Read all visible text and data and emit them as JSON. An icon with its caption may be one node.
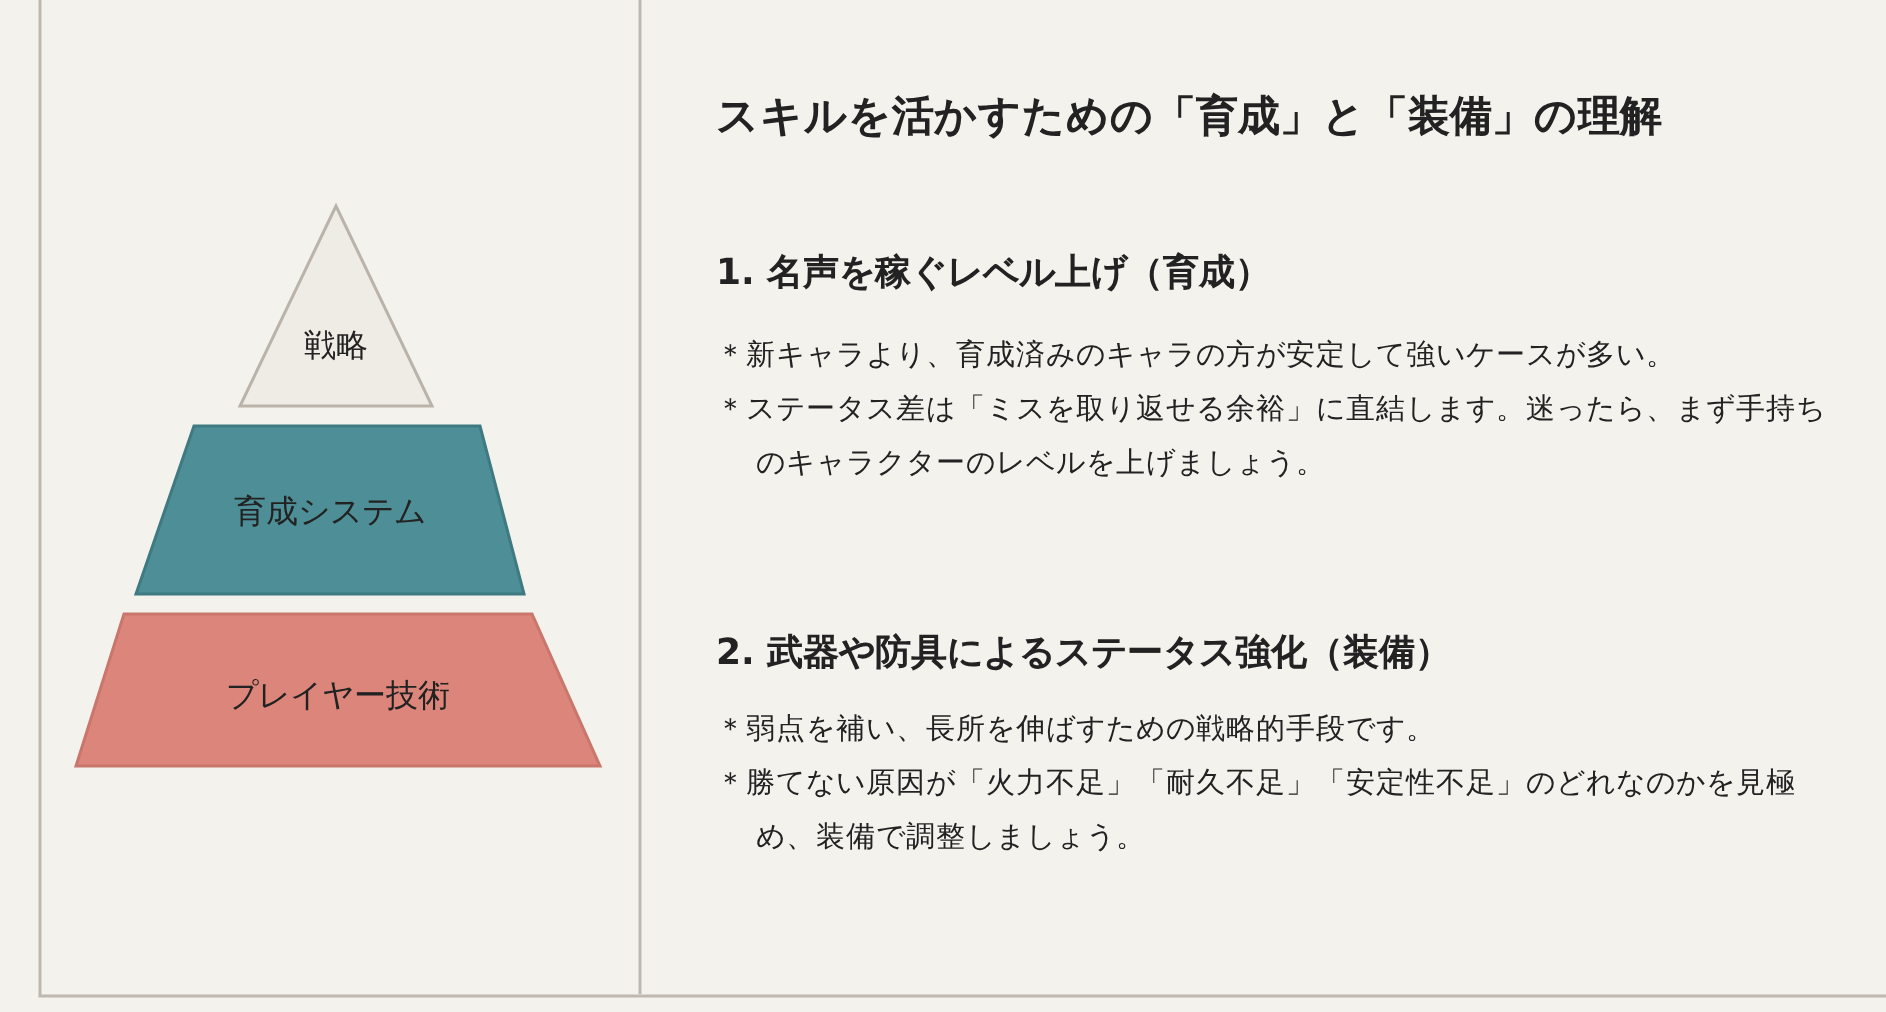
{
  "diagram": {
    "title": "スキルを活かすための「育成」と「装備」の理解",
    "nodes": [
      {
        "text": [
          "戦略"
        ]
      },
      {
        "text": [
          "育成システム"
        ]
      },
      {
        "text": [
          "プレイヤー技術"
        ]
      }
    ],
    "labels": [
      "1. 名声を稼ぐレベル上げ（育成）",
      "＊新キャラより、育成済みのキャラの方が安定して強いケースが多い。",
      "＊ステータス差は「ミスを取り返せる余裕」に直結します。迷ったら、まず手持ちのキャラクターのレベルを上げましょう。",
      "2. 武器や防具によるステータス強化（装備）",
      "＊弱点を補い、長所を伸ばすための戦略的手段です。",
      "＊勝てない原因が「火力不足」「耐久不足」「安定性不足」のどれなのかを見極め、装備で調整しましょう。"
    ]
  }
}
